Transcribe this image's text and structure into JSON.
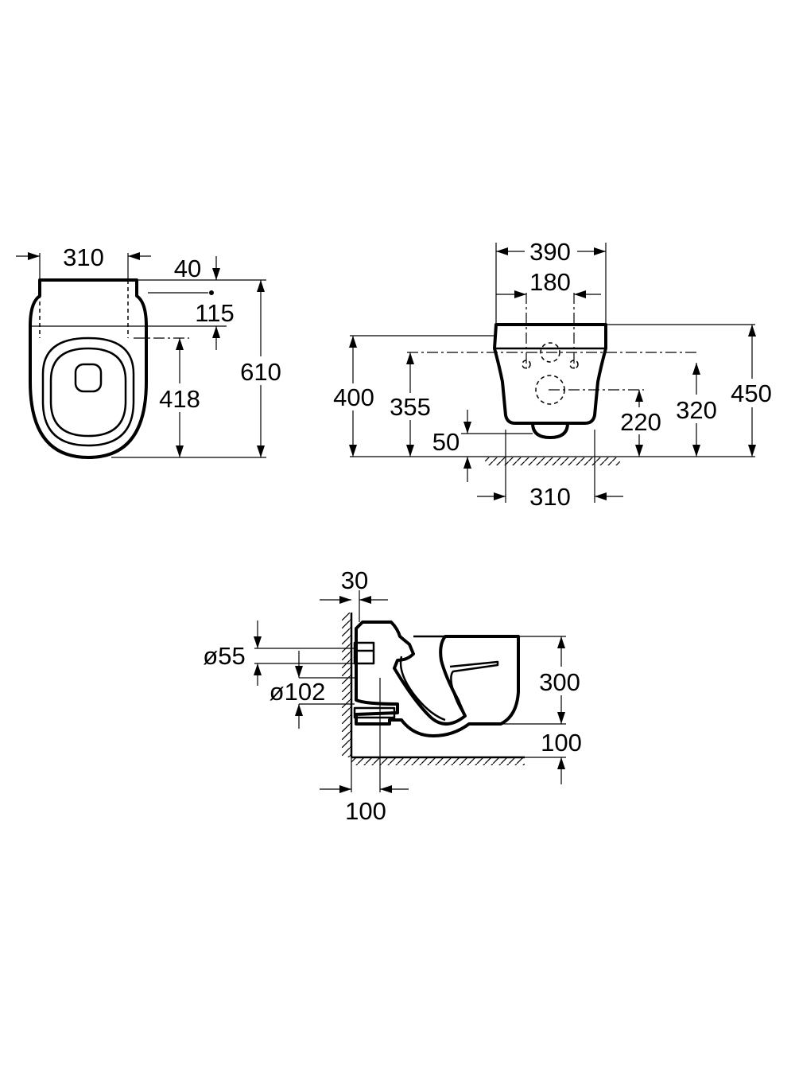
{
  "top_view": {
    "width": "310",
    "dim_40": "40",
    "dim_115": "115",
    "dim_418": "418",
    "length": "610"
  },
  "front_view": {
    "width_top": "390",
    "holes_spacing": "180",
    "height_400": "400",
    "height_355": "355",
    "height_50": "50",
    "height_220": "220",
    "height_320": "320",
    "height_450": "450",
    "width_bottom": "310"
  },
  "side_view": {
    "wall_offset": "30",
    "dia_55": "ø55",
    "dia_102": "ø102",
    "bowl_height": "300",
    "floor_clearance": "100",
    "outlet_offset": "100"
  }
}
